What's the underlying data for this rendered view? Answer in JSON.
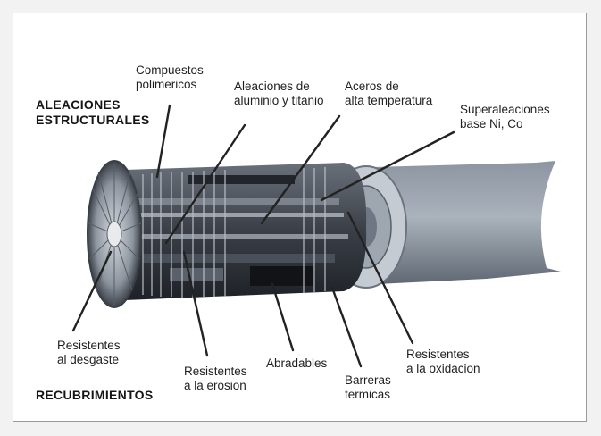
{
  "headings": {
    "structural_alloys": [
      "ALEACIONES",
      "ESTRUCTURALES"
    ],
    "coatings": "RECUBRIMIENTOS"
  },
  "labels": {
    "polymeric_composites": [
      "Compuestos",
      "polimericos"
    ],
    "al_ti_alloys": [
      "Aleaciones de",
      "aluminio y titanio"
    ],
    "high_temp_steels": [
      "Aceros de",
      "alta temperatura"
    ],
    "superalloys": [
      "Superaleaciones",
      "base Ni, Co"
    ],
    "wear_resistant": [
      "Resistentes",
      "al desgaste"
    ],
    "erosion_resistant": [
      "Resistentes",
      "a la erosion"
    ],
    "abradables": "Abradables",
    "thermal_barriers": [
      "Barreras",
      "termicas"
    ],
    "oxidation_resistant": [
      "Resistentes",
      "a la oxidacion"
    ]
  },
  "colors": {
    "engine_dark": "#2b2f36",
    "engine_mid": "#5d636e",
    "engine_light": "#9aa2ad",
    "nozzle": "#7e8794",
    "leader": "#222222"
  }
}
